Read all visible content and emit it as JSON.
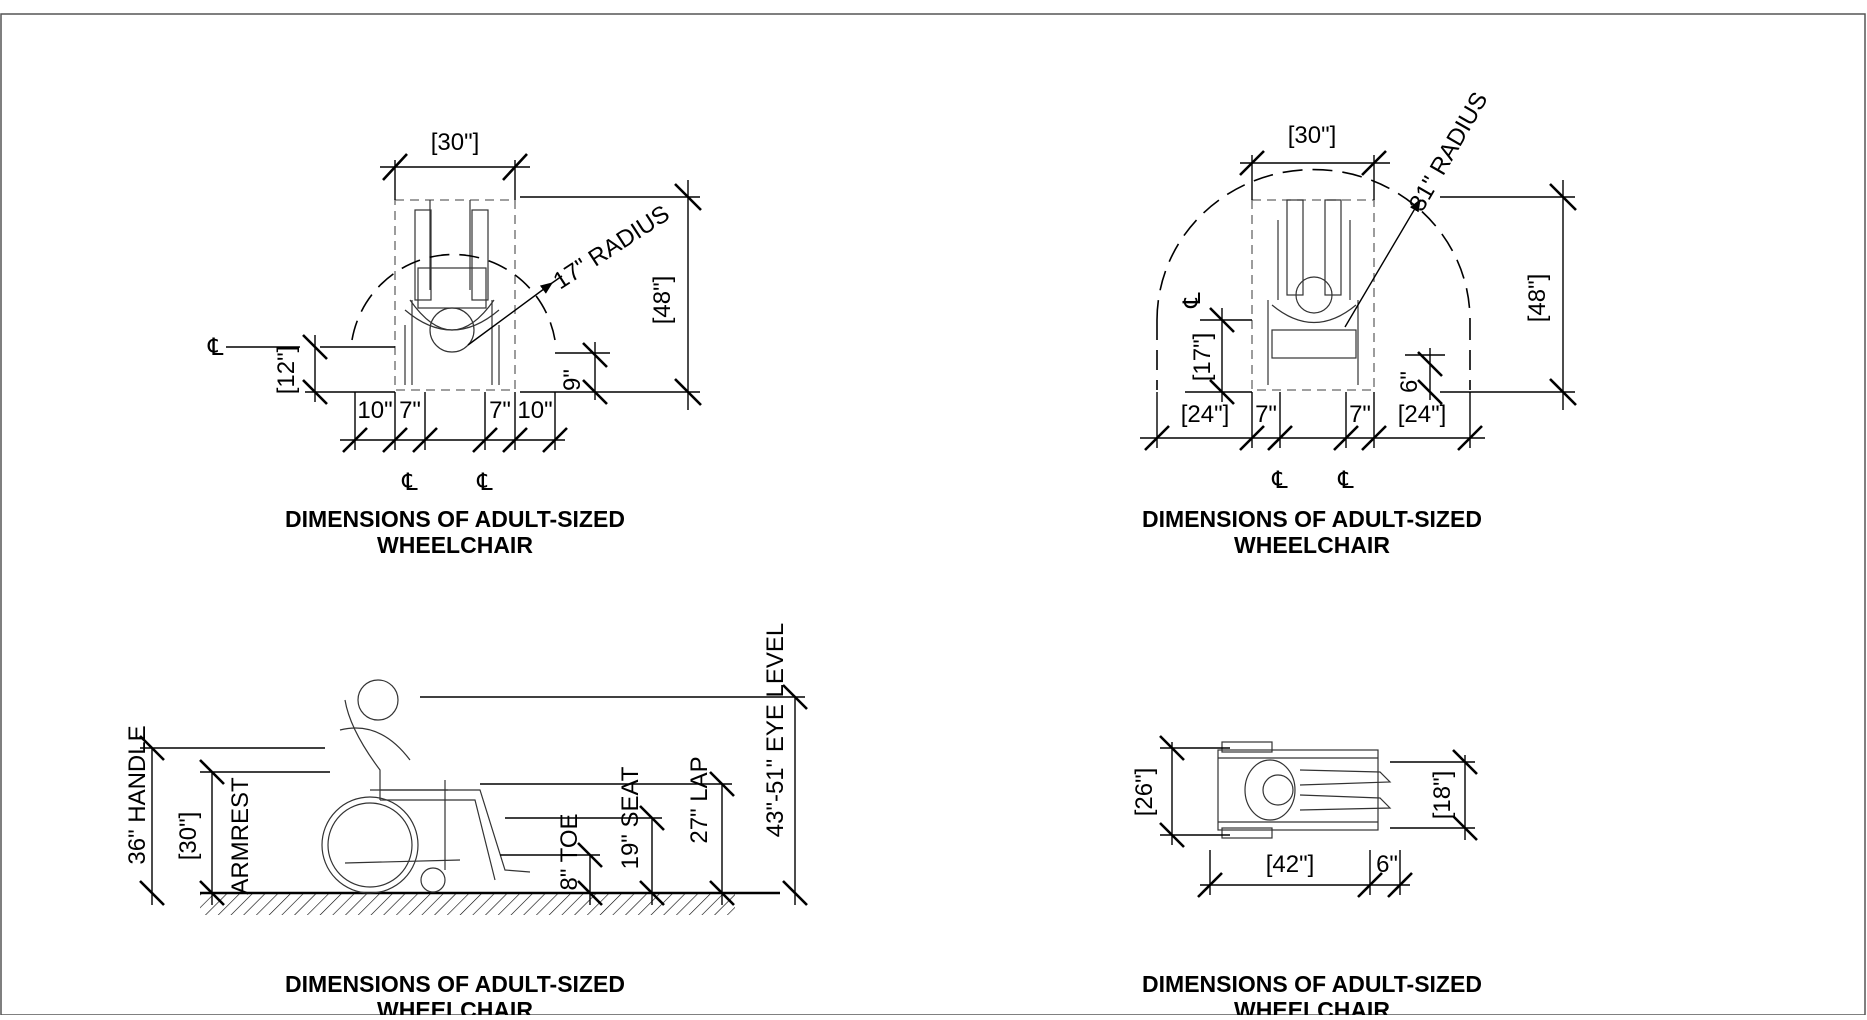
{
  "frame": {
    "stroke": "#555555"
  },
  "captions": {
    "tl": {
      "line1": "DIMENSIONS OF ADULT-SIZED",
      "line2": "WHEELCHAIR"
    },
    "tr": {
      "line1": "DIMENSIONS OF ADULT-SIZED",
      "line2": "WHEELCHAIR"
    },
    "bl": {
      "line1": "DIMENSIONS OF ADULT-SIZED",
      "line2": "WHEELCHAIR"
    },
    "br": {
      "line1": "DIMENSIONS OF ADULT-SIZED",
      "line2": "WHEELCHAIR"
    }
  },
  "centerline": "℄",
  "tl": {
    "width": "[30\"]",
    "radius": "17\" RADIUS",
    "depth": "[48\"]",
    "side": "[12\"]",
    "rise": "9\"",
    "d1": "10\"",
    "d2": "7\"",
    "d3": "7\"",
    "d4": "10\""
  },
  "tr": {
    "width": "[30\"]",
    "radius": "31\" RADIUS",
    "depth": "[48\"]",
    "side": "[17\"]",
    "rise": "6\"",
    "d1": "[24\"]",
    "d2": "7\"",
    "d3": "7\"",
    "d4": "[24\"]"
  },
  "bl": {
    "handle": "36\" HANDLE",
    "armrest_dim": "[30\"]",
    "armrest": "ARMREST",
    "toe": "8\" TOE",
    "seat": "19\" SEAT",
    "lap": "27\" LAP",
    "eye": "43\"-51\" EYE LEVEL"
  },
  "br": {
    "width": "[26\"]",
    "inner": "[18\"]",
    "length": "[42\"]",
    "foot": "6\""
  }
}
